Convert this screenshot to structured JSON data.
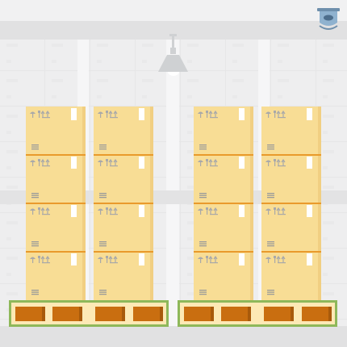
{
  "scene": {
    "kind": "warehouse-storage-illustration",
    "colors": {
      "background": "#f1f1f2",
      "wall_band": "#e1e1e2",
      "box": "#f8dd95",
      "box_shadow": "#f1cf82",
      "box_divider": "#e99a2c",
      "pallet_outline": "#8eb85a",
      "pallet_fill": "#fde9b5",
      "pallet_block": "#c96e10",
      "lamp": "#cfd1d3",
      "camera": "#8fb2cf"
    },
    "icons": [
      "lamp-icon",
      "security-camera-icon",
      "fragile-symbol-icon",
      "keep-dry-symbol-icon",
      "this-way-up-symbol-icon",
      "shipping-label-icon"
    ],
    "layout_summary": {
      "pallets": 2,
      "stacks_per_pallet": 2,
      "boxes_per_stack": 4
    }
  }
}
